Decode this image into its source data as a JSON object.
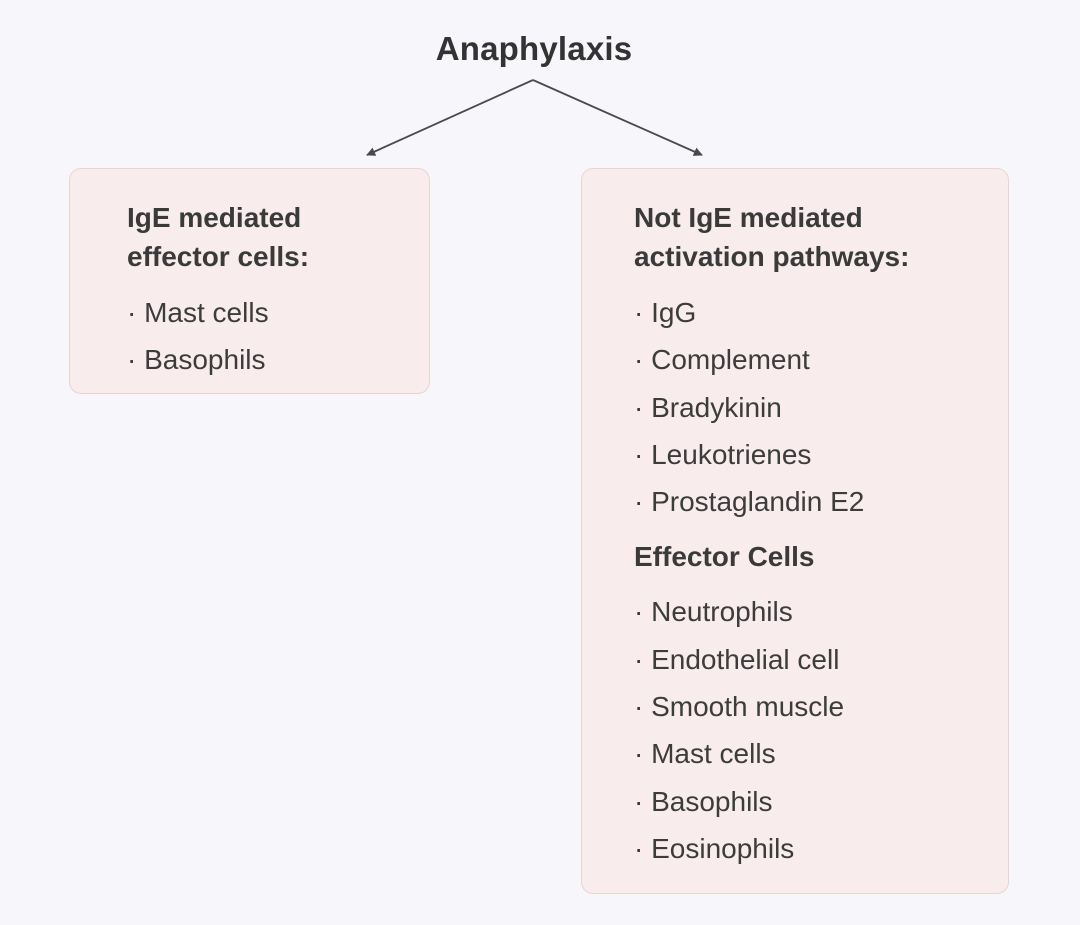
{
  "title": "Anaphylaxis",
  "left_box": {
    "heading_lines": [
      "IgE mediated",
      "effector cells:"
    ],
    "items": [
      "· Mast cells",
      "· Basophils"
    ]
  },
  "right_box": {
    "heading_lines": [
      "Not IgE mediated",
      "activation pathways:"
    ],
    "items": [
      "· IgG",
      "· Complement",
      "· Bradykinin",
      "· Leukotrienes",
      "· Prostaglandin E2"
    ],
    "subheading": "Effector Cells",
    "sub_items": [
      "· Neutrophils",
      "· Endothelial cell",
      "· Smooth muscle",
      "· Mast cells",
      "· Basophils",
      "· Eosinophils"
    ]
  },
  "colors": {
    "background": "#f7f6fa",
    "box_fill": "#f8ecec",
    "box_border": "#ecd3d2",
    "arrow": "#4a4a4a"
  }
}
